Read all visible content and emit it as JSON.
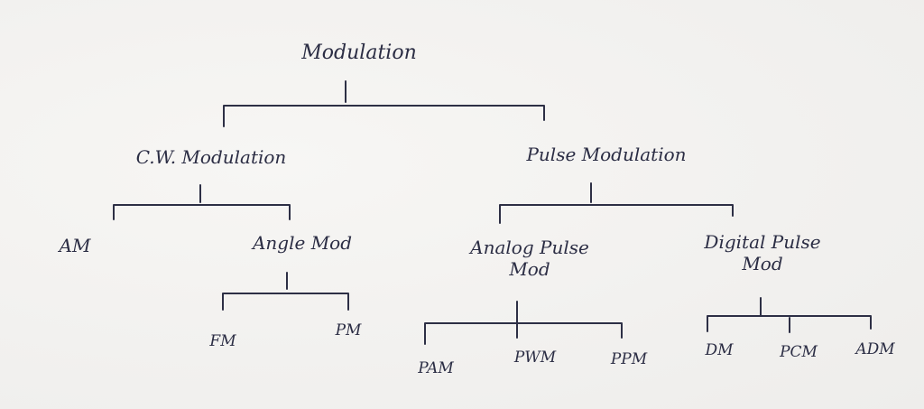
{
  "nodes": {
    "root": "Modulation",
    "cw": "C.W. Modulation",
    "pulse": "Pulse Modulation",
    "am": "AM",
    "angle": "Angle Mod",
    "analog_l1": "Analog Pulse",
    "analog_l2": "Mod",
    "digital_l1": "Digital Pulse",
    "digital_l2": "Mod",
    "fm": "FM",
    "pm": "PM",
    "pam": "PAM",
    "pwm": "PWM",
    "ppm": "PPM",
    "dm": "DM",
    "pcm": "PCM",
    "adm": "ADM"
  },
  "ink_color": "#2d2f45"
}
